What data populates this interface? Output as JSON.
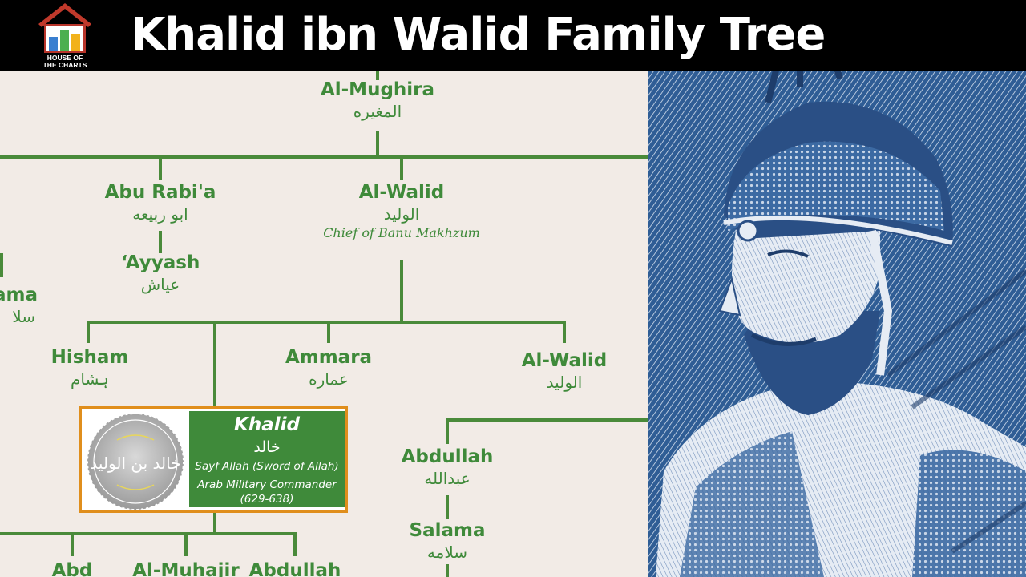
{
  "header": {
    "title": "Khalid ibn Walid Family Tree",
    "logo": {
      "line1": "HOUSE OF",
      "line2": "THE CHARTS",
      "bar_colors": [
        "#3a7fd0",
        "#4caf50",
        "#f2b21b"
      ]
    }
  },
  "tree": {
    "line_color": "#4a8a3a",
    "text_color": "#3f8a3a",
    "nodes": {
      "al_mughira": {
        "name": "Al-Mughira",
        "arabic": "المغيره"
      },
      "abu_rabia": {
        "name": "Abu Rabi'a",
        "arabic": "ابو ربيعه"
      },
      "ayyash": {
        "name": "‘Ayyash",
        "arabic": "عياش"
      },
      "al_walid_father": {
        "name": "Al-Walid",
        "arabic": "الوليد",
        "note": "Chief of Banu Makhzum"
      },
      "salama_left": {
        "name": "ama",
        "arabic": "سلا"
      },
      "hisham": {
        "name": "Hisham",
        "arabic": "ہشام"
      },
      "ammara": {
        "name": "Ammara",
        "arabic": "عماره"
      },
      "al_walid_brother": {
        "name": "Al-Walid",
        "arabic": "الوليد"
      },
      "abdullah_nephew": {
        "name": "Abdullah",
        "arabic": "عبدالله"
      },
      "salama_nephew": {
        "name": "Salama",
        "arabic": "سلامه"
      },
      "son_abd": {
        "name": "Abd"
      },
      "son_al_muhajir": {
        "name": "Al-Muhajir"
      },
      "son_abdullah": {
        "name": "Abdullah"
      }
    },
    "khalid": {
      "name": "Khalid",
      "arabic": "خالد",
      "title": "Sayf Allah (Sword of Allah)",
      "role": "Arab Military Commander",
      "dates": "(629-638)",
      "seal_text": "خالد بن الوليد",
      "border_color": "#e08e1c",
      "panel_color": "#3f8a3a"
    }
  }
}
